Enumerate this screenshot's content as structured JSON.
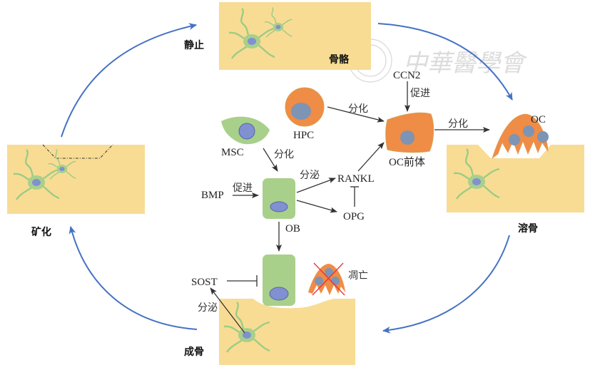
{
  "diagram": {
    "stages": {
      "quiescence": "静止",
      "resorption": "溶骨",
      "formation": "成骨",
      "mineralization": "矿化"
    },
    "tissue_labels": {
      "bone_marrow": "骨骼"
    },
    "cells": {
      "hpc": "HPC",
      "msc": "MSC",
      "ob": "OB",
      "oc_precursor": "OC前体",
      "oc": "OC",
      "apoptosis": "凋亡"
    },
    "molecules": {
      "ccn2": "CCN2",
      "bmp": "BMP",
      "rankl": "RANKL",
      "opg": "OPG",
      "sost": "SOST"
    },
    "edge_labels": {
      "hpc_to_precursor": "分化",
      "msc_to_ob": "分化",
      "bmp_promote": "促进",
      "ob_secrete": "分泌",
      "ccn2_promote": "促进",
      "precursor_to_oc": "分化",
      "osteocyte_secrete": "分泌"
    },
    "watermark": "中華醫學會",
    "colors": {
      "bone": "#f8dc94",
      "osteocyte": "#a8d08a",
      "nucleus": "#8090d0",
      "osteoclast": "#ef8c45",
      "oc_nucleus": "#7d94b4",
      "cycle_arrow": "#4472c4",
      "cross": "#e8303a"
    }
  }
}
